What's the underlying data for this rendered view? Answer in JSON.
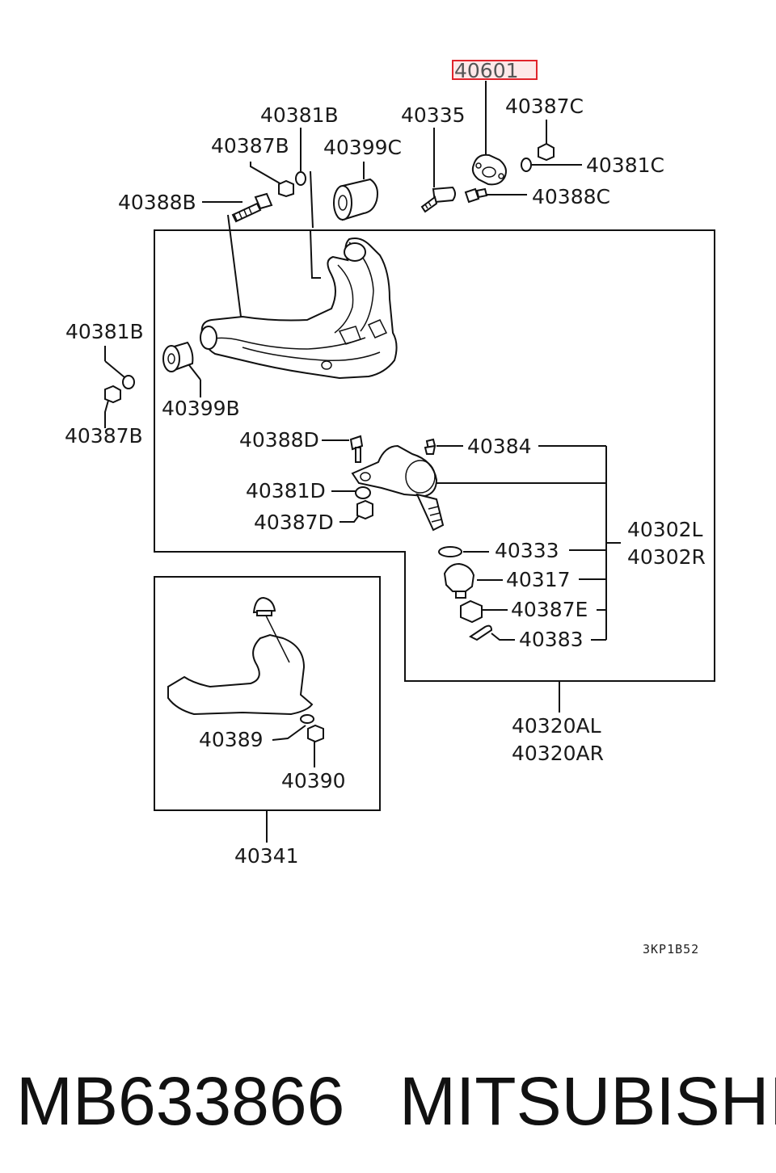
{
  "diagram": {
    "highlighted_part": "40601",
    "labels": {
      "p40601": "40601",
      "p40381B_top": "40381B",
      "p40335": "40335",
      "p40387C": "40387C",
      "p40387B_top": "40387B",
      "p40399C": "40399C",
      "p40381C": "40381C",
      "p40388B": "40388B",
      "p40388C": "40388C",
      "p40381B_left": "40381B",
      "p40399B": "40399B",
      "p40387B_left": "40387B",
      "p40388D": "40388D",
      "p40384": "40384",
      "p40381D": "40381D",
      "p40387D": "40387D",
      "p40302L": "40302L",
      "p40302R": "40302R",
      "p40333": "40333",
      "p40317": "40317",
      "p40387E": "40387E",
      "p40383": "40383",
      "p40320AL": "40320AL",
      "p40320AR": "40320AR",
      "p40389": "40389",
      "p40390": "40390",
      "p40341": "40341"
    },
    "drawing_code": "3KP1B52"
  },
  "footer": {
    "part_number": "MB633866",
    "brand": "MITSUBISHI"
  }
}
